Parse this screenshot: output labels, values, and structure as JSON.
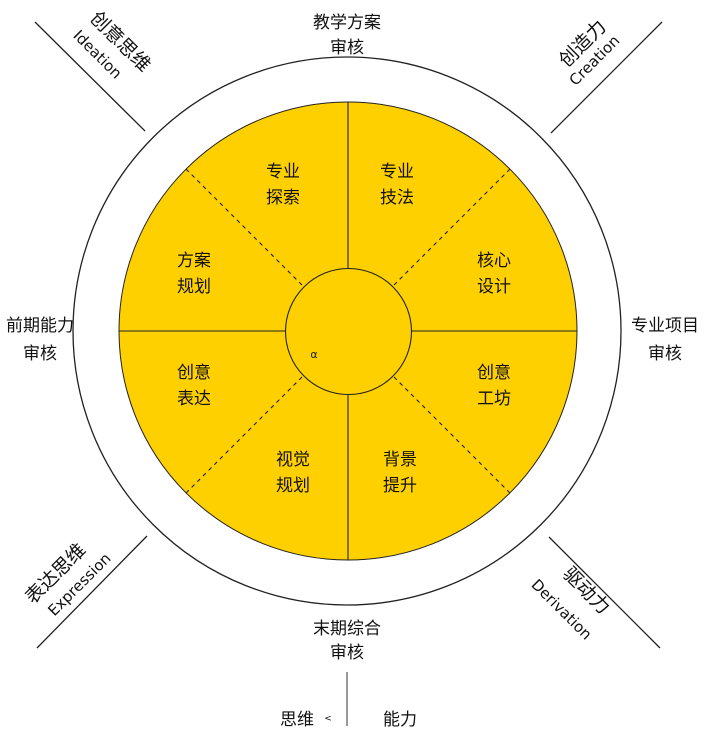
{
  "colors": {
    "fill": "#FFD000",
    "stroke": "#222222"
  },
  "center_symbol": "α",
  "reviews": {
    "top": [
      "教学方案",
      "审核"
    ],
    "left": [
      "前期能力",
      "审核"
    ],
    "right": [
      "专业项目",
      "审核"
    ],
    "bottom": [
      "末期综合",
      "审核"
    ]
  },
  "corners": {
    "top_left": {
      "cn": "创意思维",
      "en": "Ideation"
    },
    "top_right": {
      "cn": "创造力",
      "en": "Creation"
    },
    "bottom_left": {
      "cn": "表达思维",
      "en": "Expression"
    },
    "bottom_right": {
      "cn": "驱动力",
      "en": "Derivation"
    }
  },
  "sectors": [
    [
      "专业",
      "探索"
    ],
    [
      "专业",
      "技法"
    ],
    [
      "核心",
      "设计"
    ],
    [
      "创意",
      "工坊"
    ],
    [
      "背景",
      "提升"
    ],
    [
      "视觉",
      "规划"
    ],
    [
      "创意",
      "表达"
    ],
    [
      "方案",
      "规划"
    ]
  ],
  "legend": {
    "left": "思维",
    "symbol": "<",
    "right": "能力"
  }
}
